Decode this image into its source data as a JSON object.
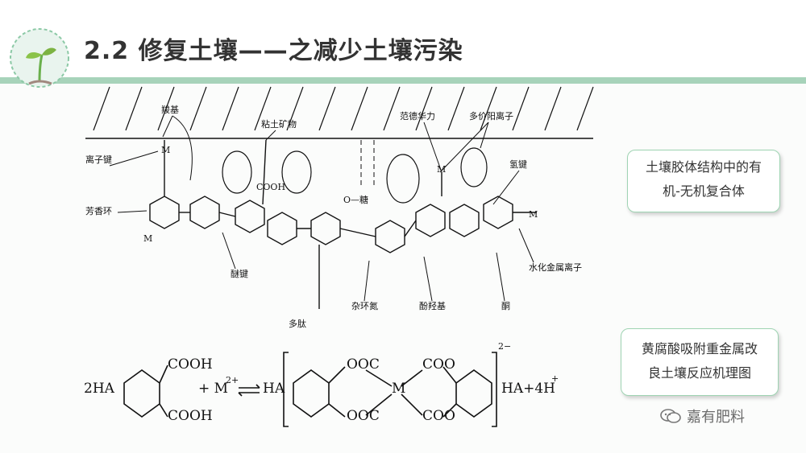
{
  "slide": {
    "title": "2.2 修复土壤——之减少土壤污染",
    "callouts": [
      {
        "line1": "土壤胶体结构中的有",
        "line2": "机-无机复合体"
      },
      {
        "line1": "黄腐酸吸附重金属改",
        "line2": "良土壤反应机理图"
      }
    ],
    "watermark": "嘉有肥料"
  },
  "diagram_labels": {
    "carboxyl": "羧基",
    "clay_mineral": "粘土矿物",
    "van_der_waals": "范德华力",
    "polyvalent_cation": "多价阳离子",
    "ionic_bond": "离子键",
    "hydrogen_bond": "氢键",
    "aromatic_ring": "芳香环",
    "ether_bond": "醚键",
    "hydrated_metal_ion": "水化金属离子",
    "heterocyclic_n": "杂环氮",
    "phenolic_hydroxyl": "酚羟基",
    "ketone": "酮",
    "polypeptide": "多肽",
    "sugar": "O—糖",
    "cooh": "COOH",
    "M": "M",
    "reaction_left": "2HA",
    "reaction_plus_m": "+ M",
    "reaction_charge": "2+",
    "reaction_ha": "HA",
    "reaction_ooc": "OOC",
    "reaction_coo": "COO",
    "reaction_right": "HA+4H",
    "reaction_plus": "+",
    "reaction_minus2": "2−"
  }
}
